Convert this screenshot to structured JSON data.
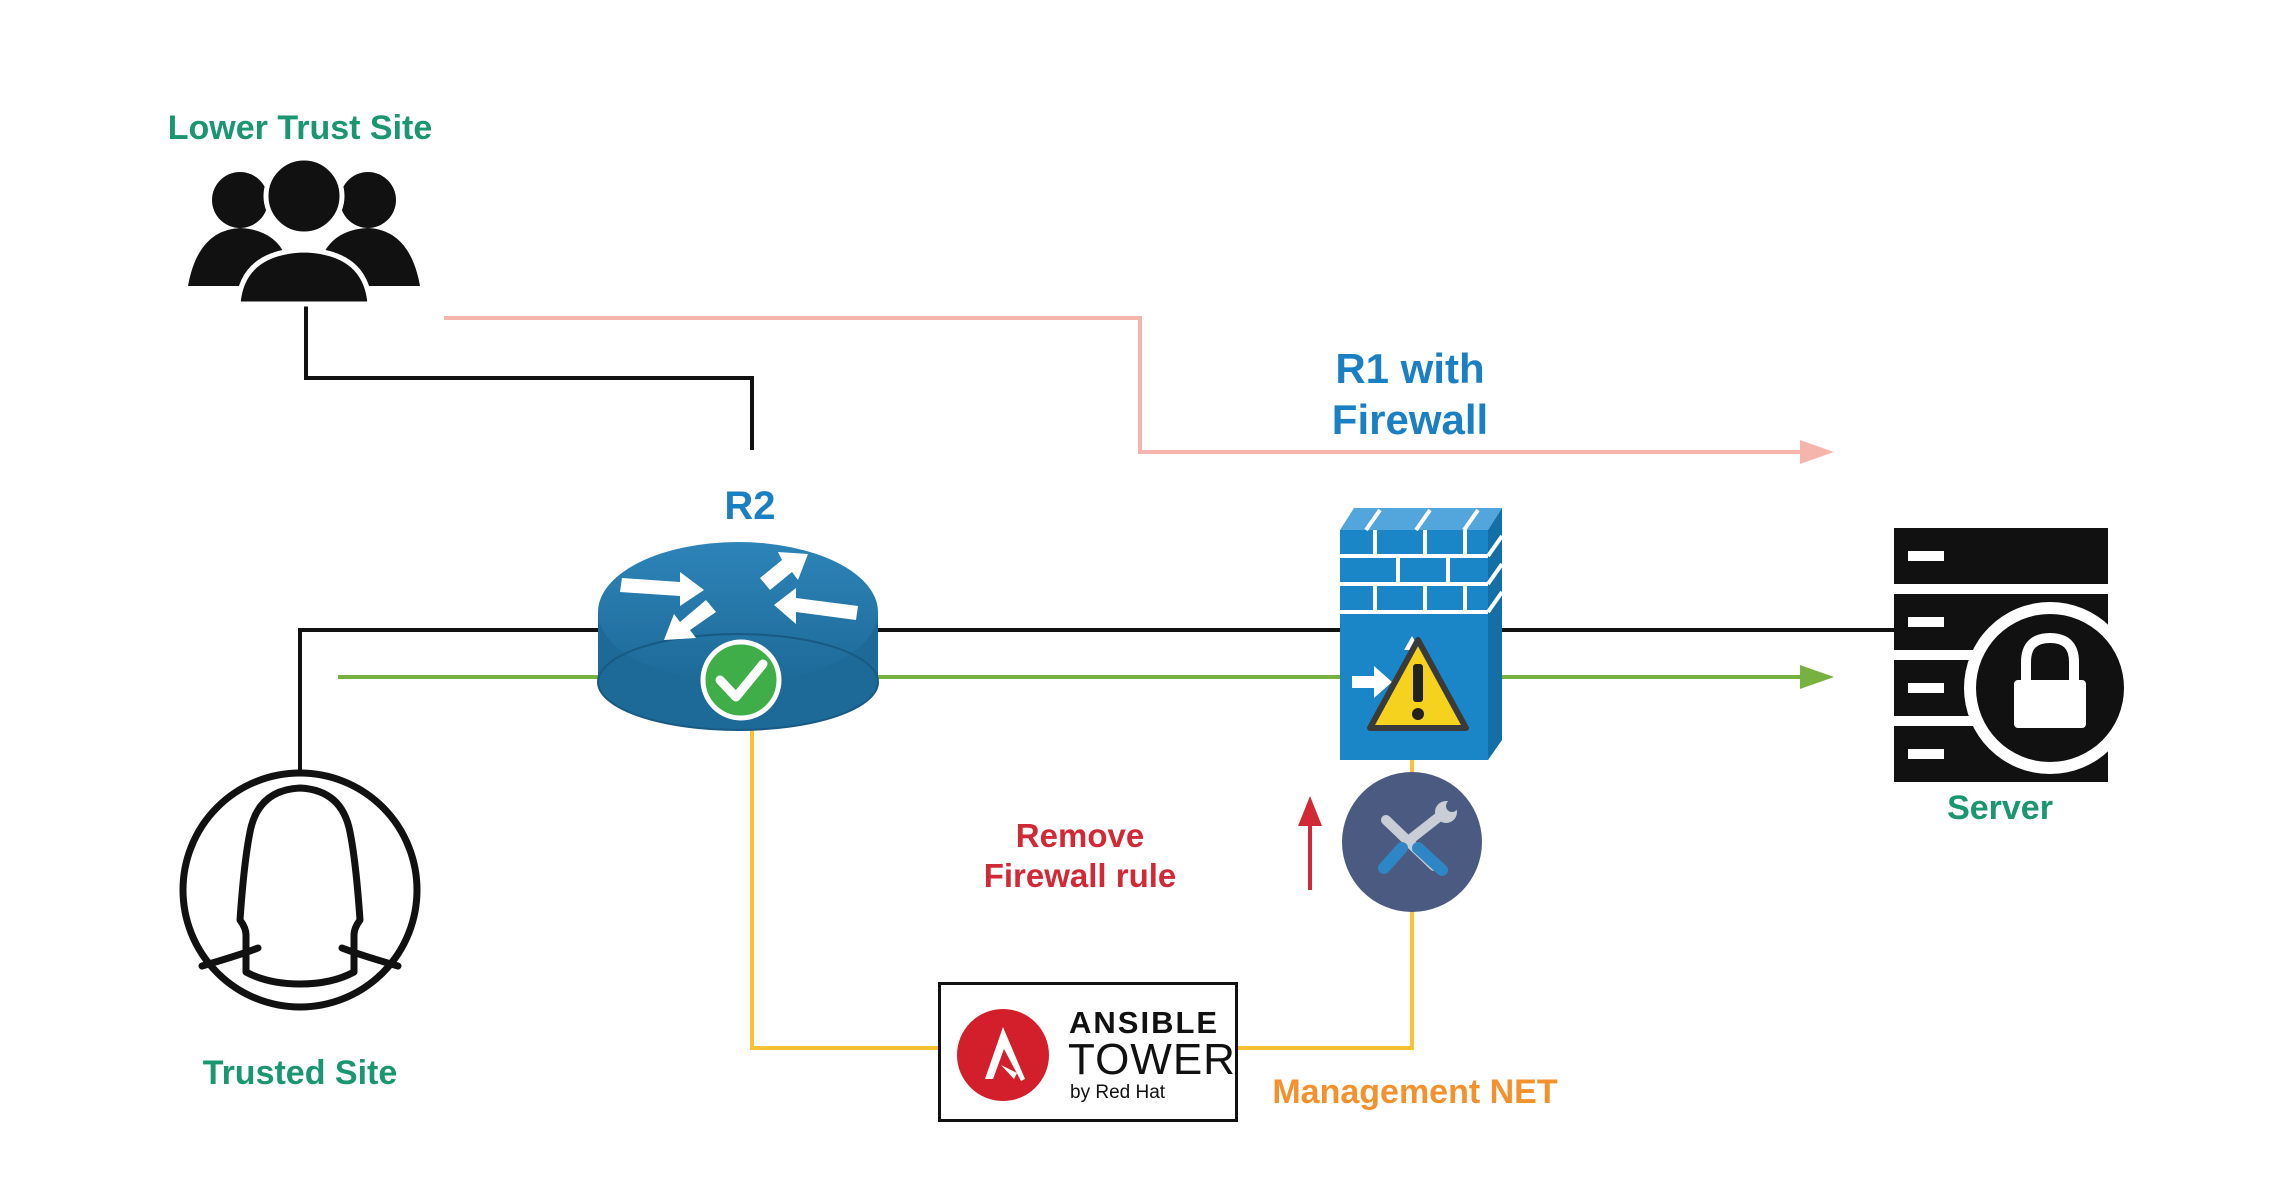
{
  "labels": {
    "lower_trust_site": "Lower Trust Site",
    "trusted_site": "Trusted Site",
    "server": "Server",
    "r2": "R2",
    "r1_line1": "R1 with",
    "r1_line2": "Firewall",
    "remove_line1": "Remove",
    "remove_line2": "Firewall rule",
    "management_net": "Management NET"
  },
  "ansible": {
    "brand": "ANSIBLE",
    "product": "TOWER",
    "vendor": "by Red Hat"
  },
  "colors": {
    "label_green": "#1a9670",
    "label_blue": "#1b7fc3",
    "alert_red": "#d12a36",
    "management_orange": "#f3922c",
    "link_black": "#111111",
    "blocked_flow": "#f5b5ad",
    "allowed_flow": "#77b240",
    "management_link": "#f7c234",
    "router_blue": "#1d6a98",
    "firewall_blue": "#1a86c8"
  },
  "icons": [
    "people-group-icon",
    "user-female-icon",
    "router-icon",
    "check-circle-icon",
    "firewall-icon",
    "warning-icon",
    "wrench-screwdriver-icon",
    "server-lock-icon",
    "ansible-logo-icon"
  ]
}
